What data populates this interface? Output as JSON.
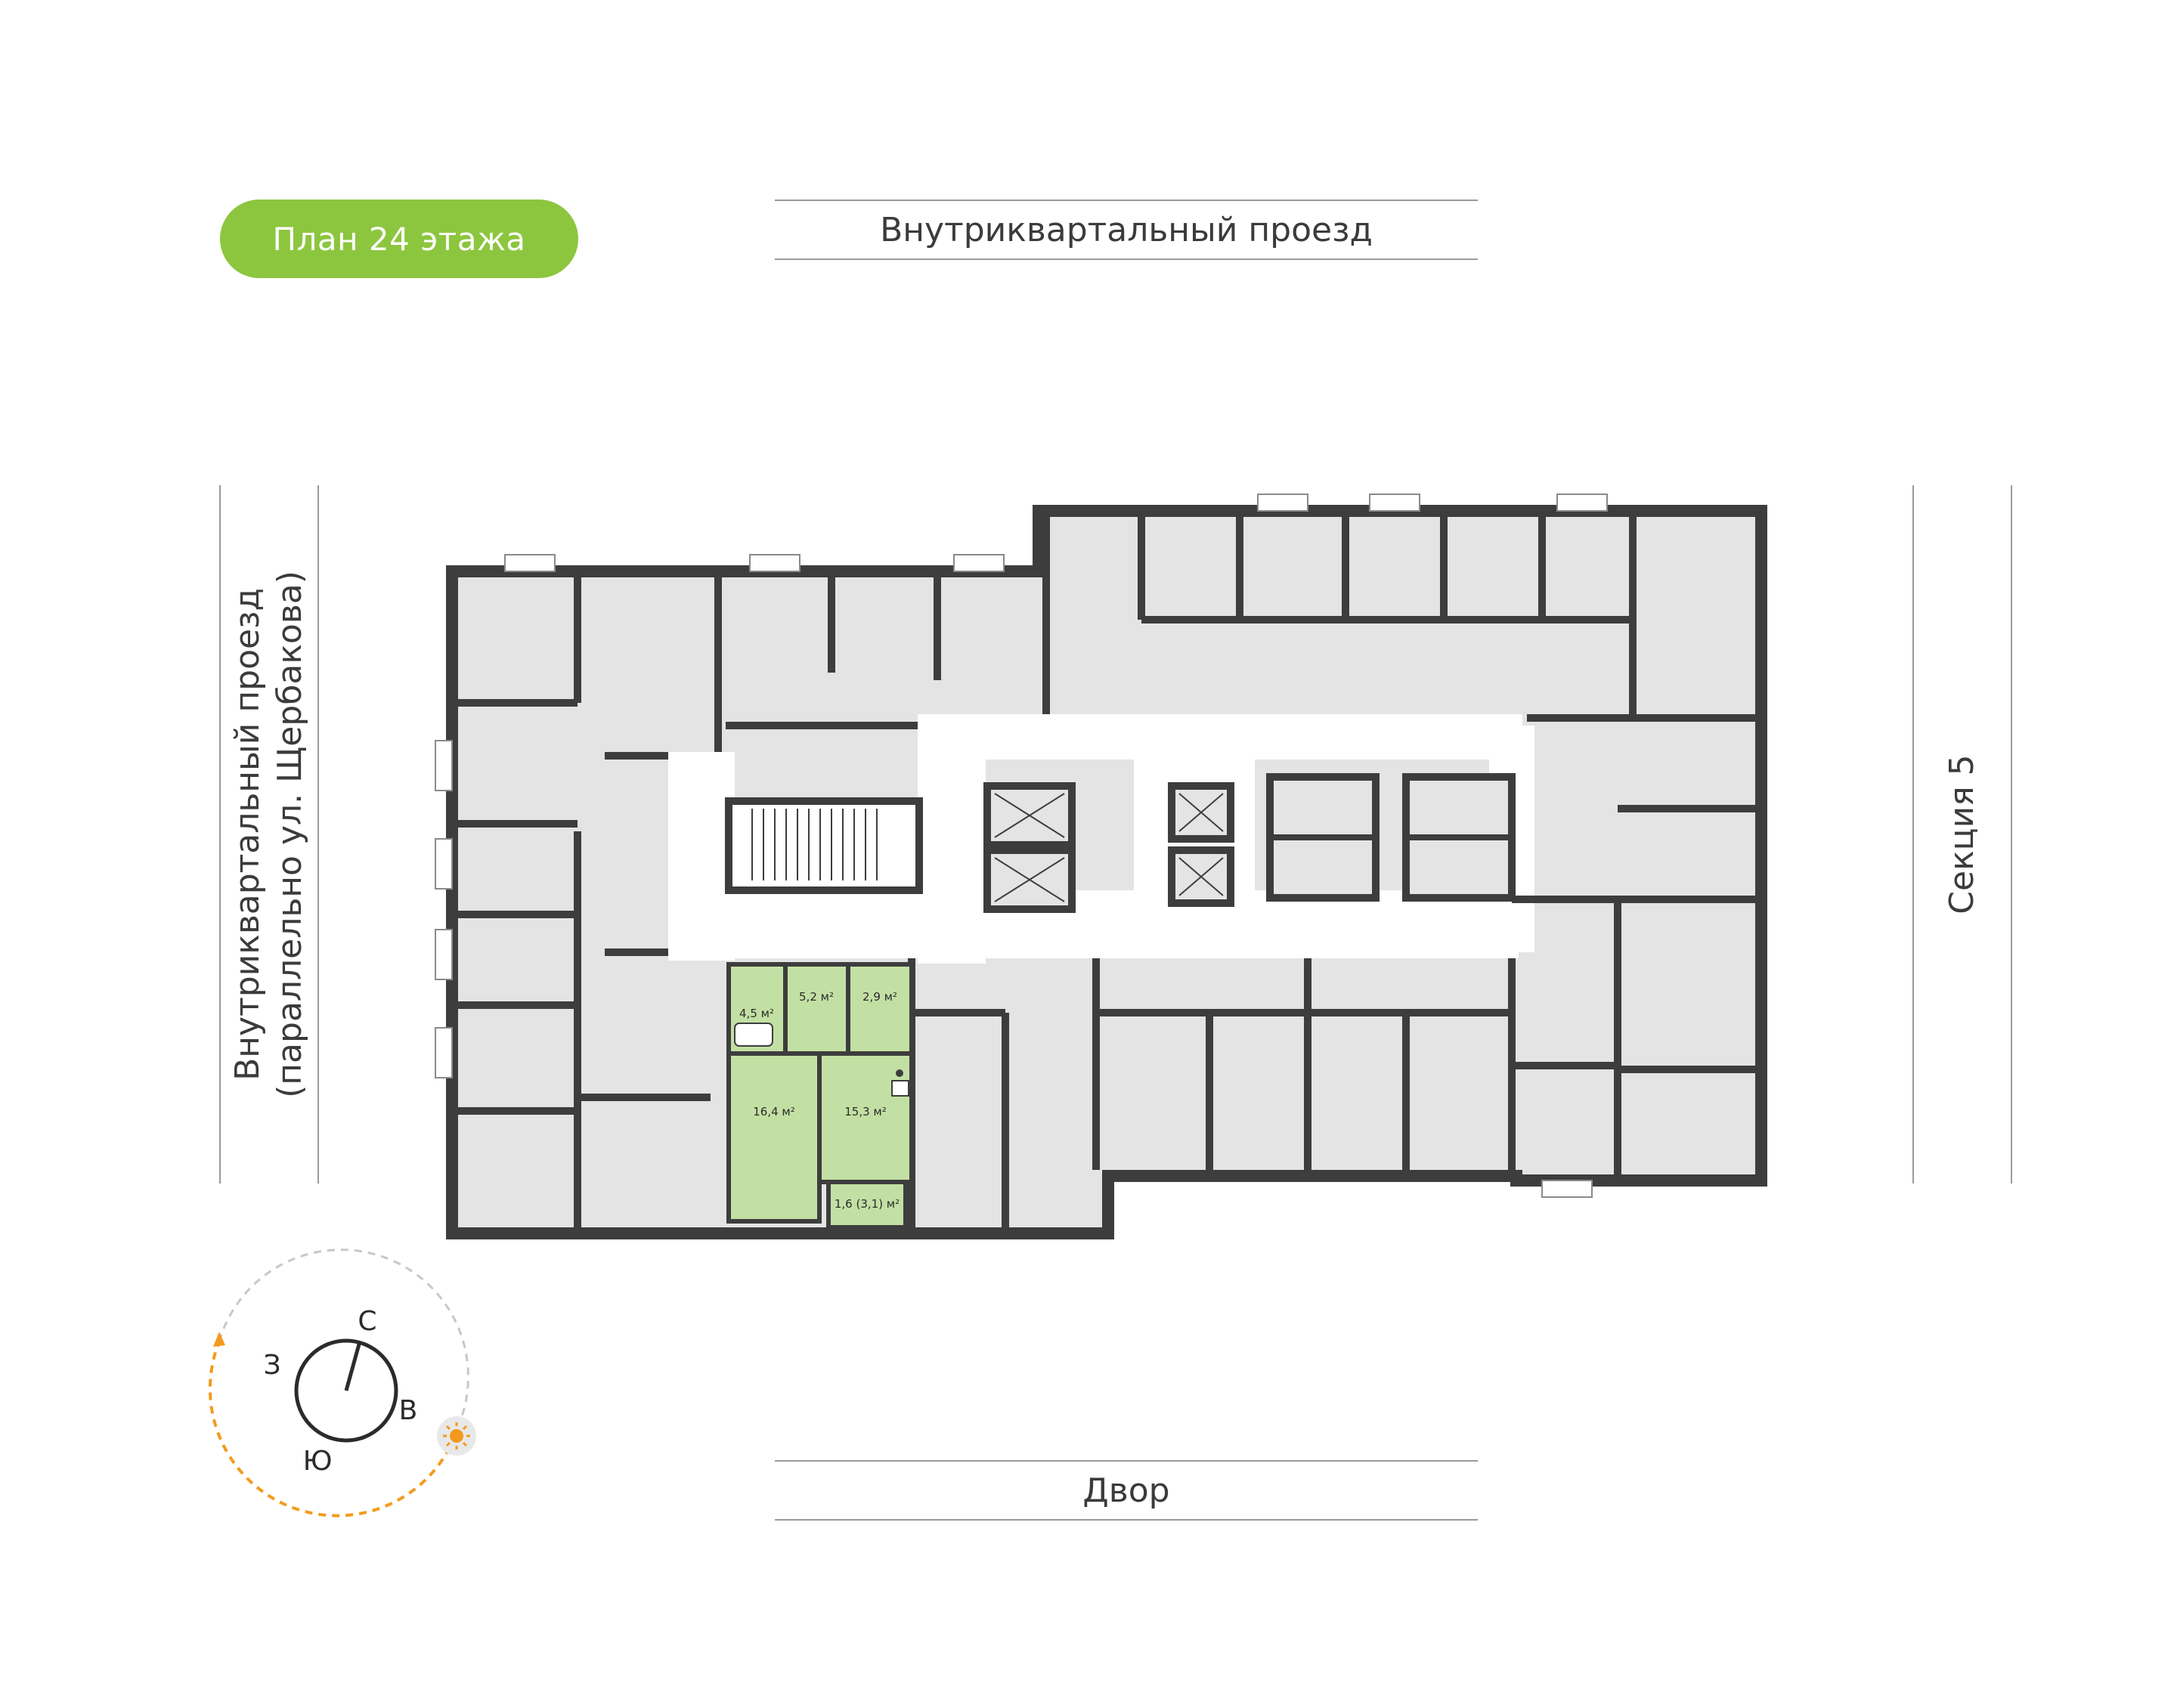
{
  "floor_label": "План 24 этажа",
  "streets": {
    "top": "Внутриквартальный проезд",
    "bottom": "Двор",
    "left_line1": "Внутриквартальный проезд",
    "left_line2": "(параллельно ул. Щербакова)",
    "right": "Секция 5"
  },
  "apartment": {
    "highlight_color": "#c3e0a4",
    "rooms": [
      {
        "name": "bathroom",
        "area": "4,5 м²"
      },
      {
        "name": "hallway",
        "area": "5,2 м²"
      },
      {
        "name": "wc",
        "area": "2,9 м²"
      },
      {
        "name": "bedroom",
        "area": "16,4 м²"
      },
      {
        "name": "kitchen",
        "area": "15,3 м²"
      },
      {
        "name": "balcony",
        "area": "1,6 (3,1) м²"
      }
    ]
  },
  "compass": {
    "north": "С",
    "east": "В",
    "south": "Ю",
    "west": "З",
    "sun_icon": "sun-icon",
    "accent_color": "#f39a1e"
  },
  "colors": {
    "brand_green": "#8cc63f",
    "wall": "#3d3d3d",
    "room_fill": "#e4e4e4"
  }
}
